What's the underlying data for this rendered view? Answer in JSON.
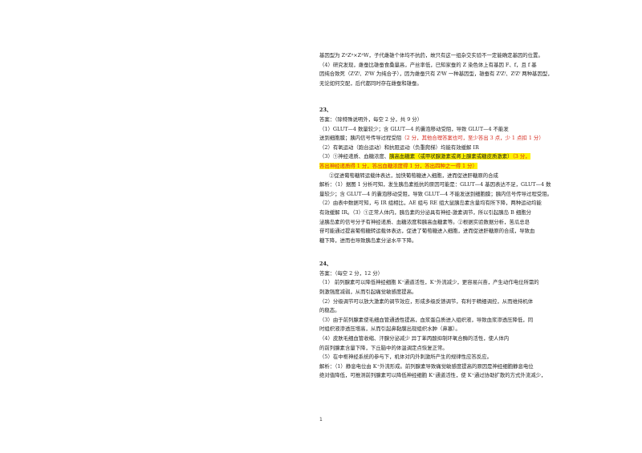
{
  "para_p1": [
    "基因型为 ZᴬZᴬ×ZᴬW，子代雌雄个体均不抗药，故只有这一组杂交实验不一定能确定基因的位置。",
    "（4）研究发现，雌蚕比雄蚕食桑量高，产丝率低，已知家蚕的 Z 染色体上有基因 F、f，且 f 基",
    "因纯合致死（ZᶠZᶠ、ZᶠW 为纯合子），因为雌蚕只有 ZᶠW 一种基因型，雄蚕有 ZᶠZᶠ、ZᶠZᶠ 两种基因型，",
    "无论如何交配，后代都同时存在雌蚕和雄蚕。"
  ],
  "q23": {
    "number": "23、",
    "answer_head": "答案：（除特殊说明外，每空 2 分，共 9 分）",
    "l1": "（1）GLUT—4 数量较少；含 GLUT—4 的囊泡移动受阻，导致 GLUT—4 不能发",
    "l2": "送到细胞膜；胰内信号传导过程受阻",
    "l2_red": "（2 分，其他合理答案也可，至少答出 3 点，少 1 点扣 1 分）",
    "l3": "（2）有氧运动（跑台运动）和抗阻运动（负重爬梯）均能有效缓解 IR",
    "l4_a": "（3）①神经递质、血糖浓度、",
    "l4_hl": "胰高血糖素（或甲状腺激素或肾上腺素或糖皮质激素）",
    "l4_red": "（3 分，",
    "l5_red": "答出神经递质得 1 分，答出血糖浓度得 1 分，答出四种之一得 1 分）",
    "l6": "②促进葡萄糖转运载体表达，加快葡萄糖进入细胞，进而促进肝糖原的合成",
    "j1": "解析：（1）据图 1 分析可知，发生胰岛素抵抗的原因可能是：GLUT—4 基因表达不足，GLUT—4 数",
    "j2": "量较少；含 GLUT—4 的囊泡移动受阻，导致 GLUT—4 不能发送到细胞膜；胰内信号传导过程受阻。",
    "j3": "（2）由表中数据可知，与 IR 组相比，AE 组与 RE 组大鼠胰岛素含量均有所下降，两种运动均能",
    "j4": "有效缓解 IR。（3）①正常人体内，胰岛素的分泌具有神经-激素调节，所以引起胰岛 B 细胞分",
    "j5": "泌胰岛素的信号分子有神经递质、血糖浓度和胰高血糖素等。②根据实验数据分析，苦瓜总皂",
    "j6": "苷可能通过提高葡萄糖转运载体表达，促进了葡萄糖进入细胞，进而促进肝糖原的合成，导致血",
    "j7": "糖下降，进而也导致胰岛素分泌水平下降。"
  },
  "q24": {
    "number": "24、",
    "answer_head": "答案：（每空 2 分，12 分）",
    "l1": "（1）  前列腺素可以降低神经细胞 K⁺通道活性，K⁺外流减少，更容易兴奋，产生动作电位所需的",
    "l2": "刺激强度减弱，从而引起痛觉敏感度提高。",
    "l3": "（2）分级调节可以放大激素的调节效应，形成多级反馈调节，有利于精细调控，从而维持机体",
    "l4": "的稳态。",
    "l5": "（3）由于前列腺素使毛细血管通透性提高，血浆蛋白质进入组织液，导致血浆渗透压降低，同",
    "l6": "时组织液渗透压增高，从而引起鼻黏膜出现组织水肿（鼻塞）。",
    "l7": "（4）皮肤毛细血管收缩、汗腺分泌减少              异丁苯丙酸抑制环氧合酶的活性，使人体内",
    "l8": "的前列腺素含量下降，下丘脑中的体温调定点恢复正常。",
    "l9": "（5）在中枢神经系统的参与下，机体对内外刺激所产生的规律性应答反应。",
    "j1": "解析：（1）静息电位由 K⁺外流形成。前列腺素导致痛觉敏感度提高的原因是神经细胞静息电位",
    "j2": "绝对值降低，可推测前列腺素可以降低神经细胞 K⁺通道活性，使 K⁺通过协助扩散的方式外流减少，"
  },
  "page_number": "1",
  "colors": {
    "highlight": "#fff200",
    "red": "#d62a1e"
  }
}
